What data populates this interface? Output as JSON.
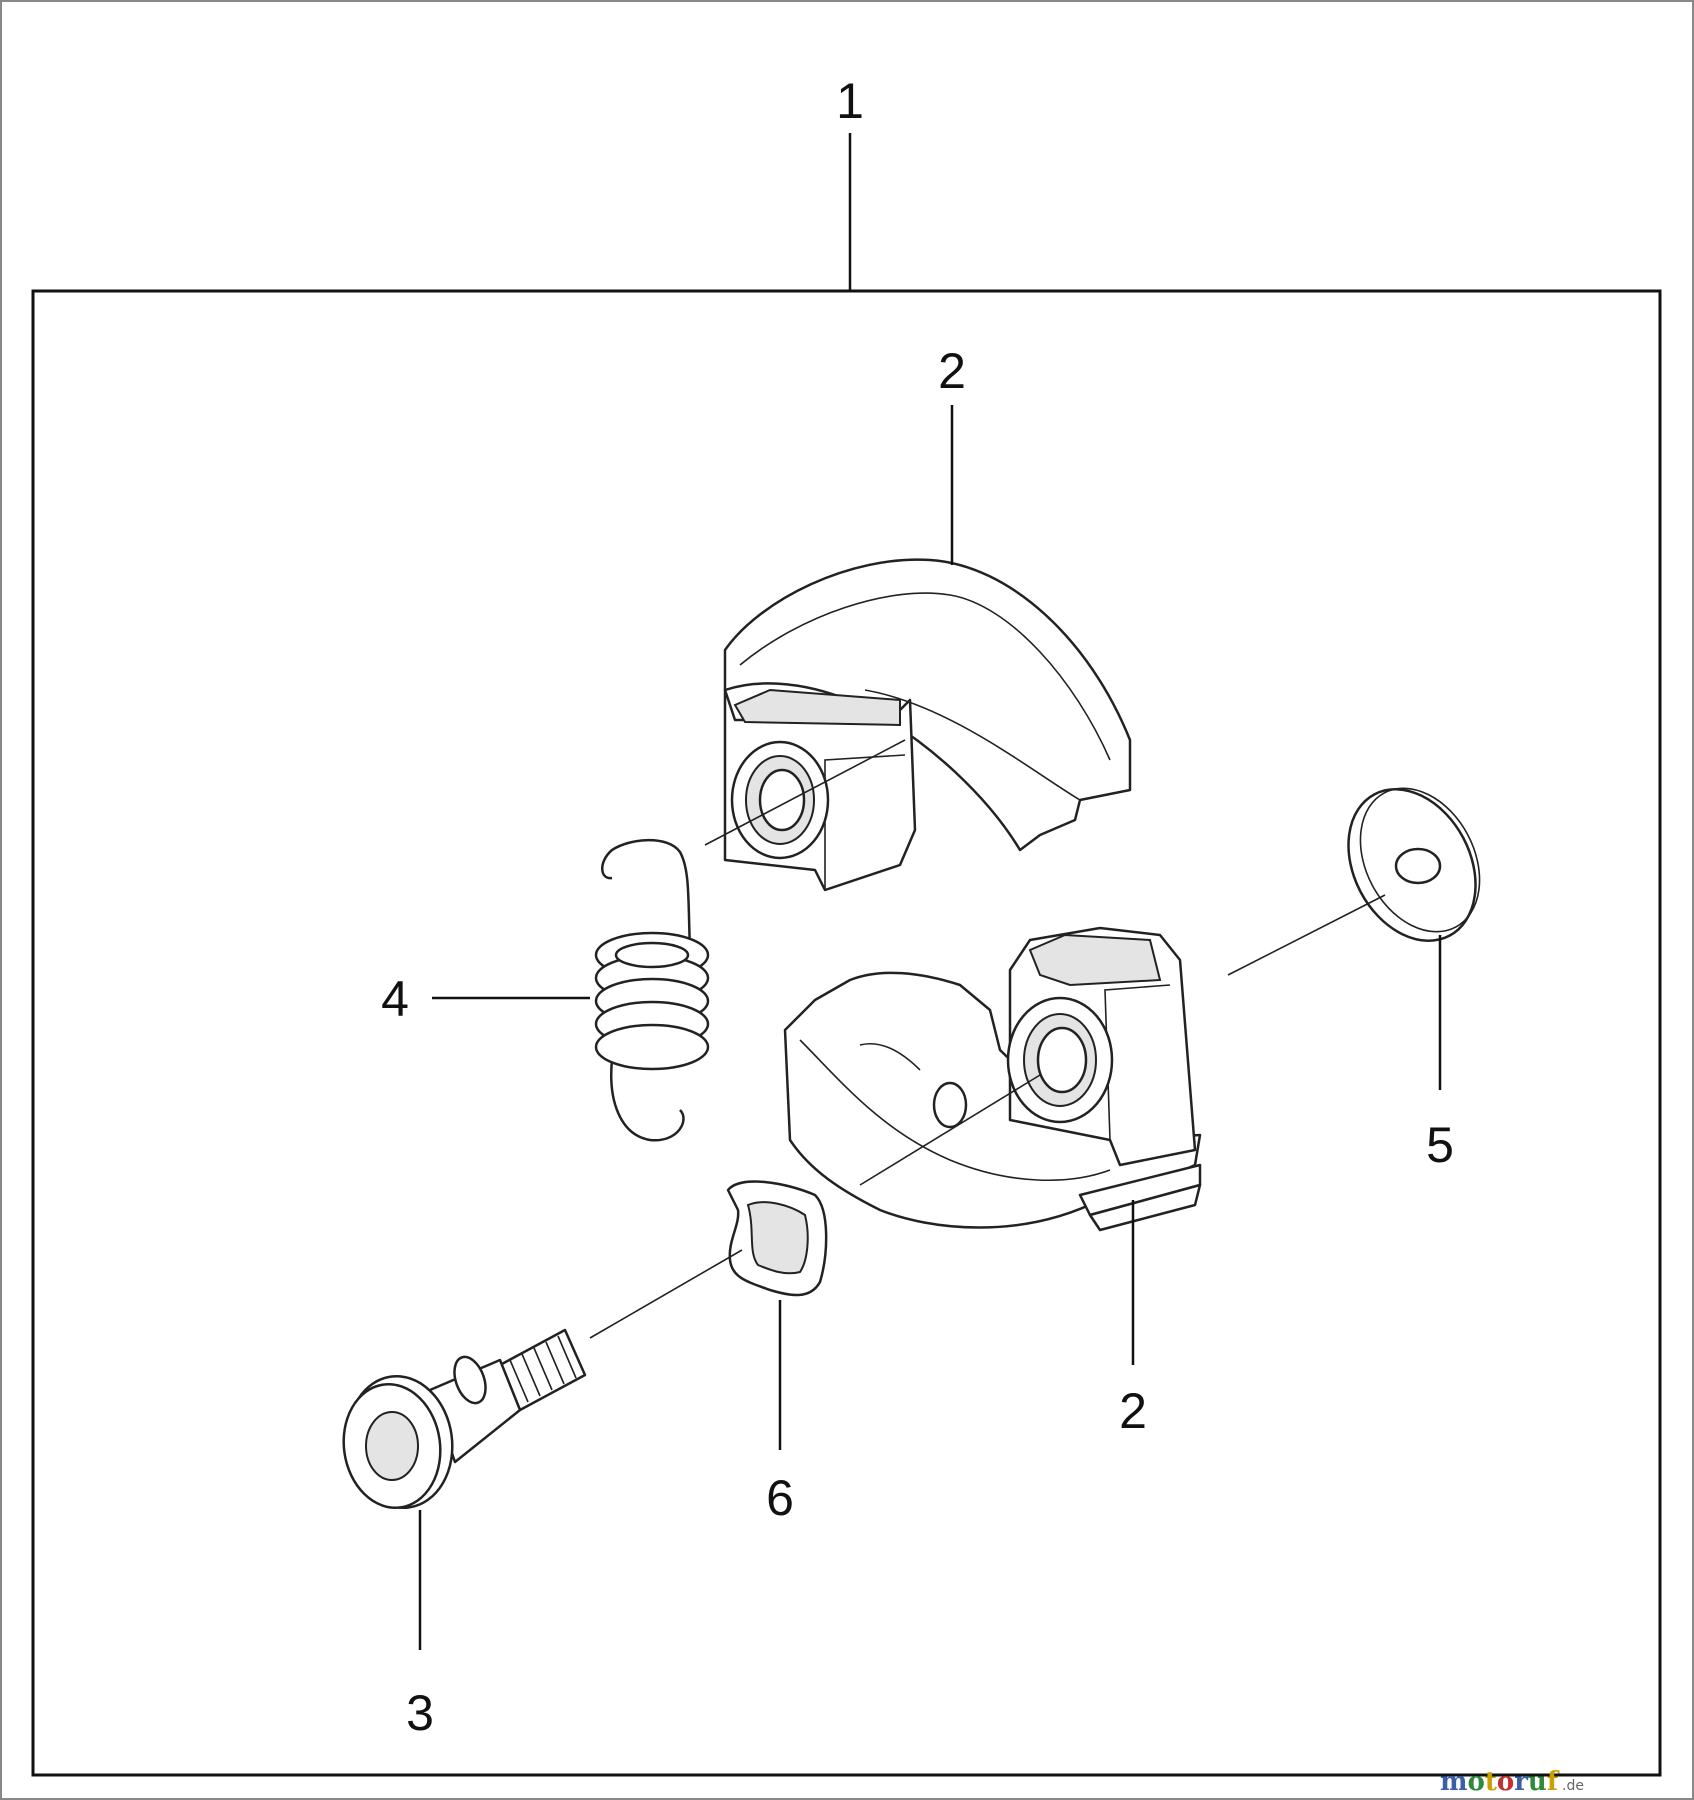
{
  "callouts": {
    "c1": "1",
    "c2_top": "2",
    "c2_bottom": "2",
    "c3": "3",
    "c4": "4",
    "c5": "5",
    "c6": "6"
  },
  "watermark": {
    "brand": "motoruf",
    "tld": ".de"
  }
}
